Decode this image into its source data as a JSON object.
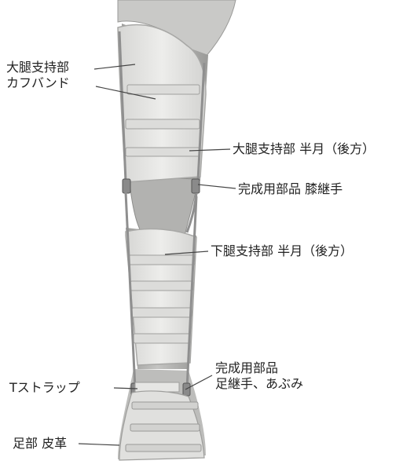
{
  "labels": {
    "thigh_cuff": "大腿支持部\nカフバンド",
    "thigh_half_moon": "大腿支持部 半月（後方）",
    "knee_joint": "完成用部品 膝継手",
    "lower_leg_half_moon": "下腿支持部 半月（後方）",
    "ankle_joint": "完成用部品\n足継手、あぶみ",
    "t_strap": "Tストラップ",
    "foot_leather": "足部 皮革"
  },
  "colors": {
    "brace": "#e4e4e2",
    "brace_shadow": "#c9c9c7",
    "leg": "#bdbdbb",
    "leg_dark": "#a4a4a2",
    "strap": "#d8d8d6",
    "metal": "#9a9a9a",
    "line": "#444444"
  }
}
